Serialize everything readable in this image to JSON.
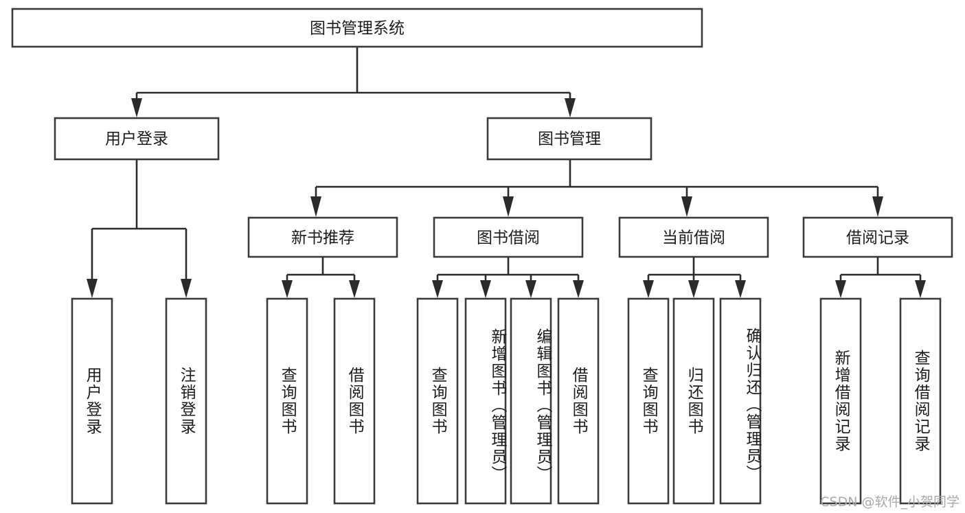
{
  "diagram": {
    "title": "图书管理系统",
    "type": "tree-hierarchy-diagram",
    "watermark": "CSDN @软件_小贺同学",
    "colors": {
      "box_stroke": "#3a3a3a",
      "connector": "#2b2b2b",
      "text": "#1c1c1c",
      "background": "#ffffff",
      "watermark": "#a9a9a9"
    },
    "root": {
      "label": "图书管理系统"
    },
    "level2": [
      {
        "id": "user-login",
        "label": "用户登录"
      },
      {
        "id": "book-management",
        "label": "图书管理"
      }
    ],
    "level3": [
      {
        "id": "new-book-recommend",
        "label": "新书推荐"
      },
      {
        "id": "book-borrow",
        "label": "图书借阅"
      },
      {
        "id": "current-borrow",
        "label": "当前借阅"
      },
      {
        "id": "borrow-record",
        "label": "借阅记录"
      }
    ],
    "leaves": {
      "user_login": [
        {
          "id": "leaf-user-login",
          "label": "用户登录"
        },
        {
          "id": "leaf-logout-login",
          "label": "注销登录"
        }
      ],
      "new_book_recommend": [
        {
          "id": "leaf-query-book-1",
          "label": "查询图书"
        },
        {
          "id": "leaf-borrow-book-1",
          "label": "借阅图书"
        }
      ],
      "book_borrow": [
        {
          "id": "leaf-query-book-2",
          "label": "查询图书"
        },
        {
          "id": "leaf-add-book-admin",
          "label": "新增图书（管理员）"
        },
        {
          "id": "leaf-edit-book-admin",
          "label": "编辑图书（管理员）"
        },
        {
          "id": "leaf-borrow-book-2",
          "label": "借阅图书"
        }
      ],
      "current_borrow": [
        {
          "id": "leaf-query-book-3",
          "label": "查询图书"
        },
        {
          "id": "leaf-return-book",
          "label": "归还图书"
        },
        {
          "id": "leaf-confirm-return-admin",
          "label": "确认归还（管理员）"
        }
      ],
      "borrow_record": [
        {
          "id": "leaf-add-borrow-record",
          "label": "新增借阅记录"
        },
        {
          "id": "leaf-query-borrow-record",
          "label": "查询借阅记录"
        }
      ]
    }
  }
}
